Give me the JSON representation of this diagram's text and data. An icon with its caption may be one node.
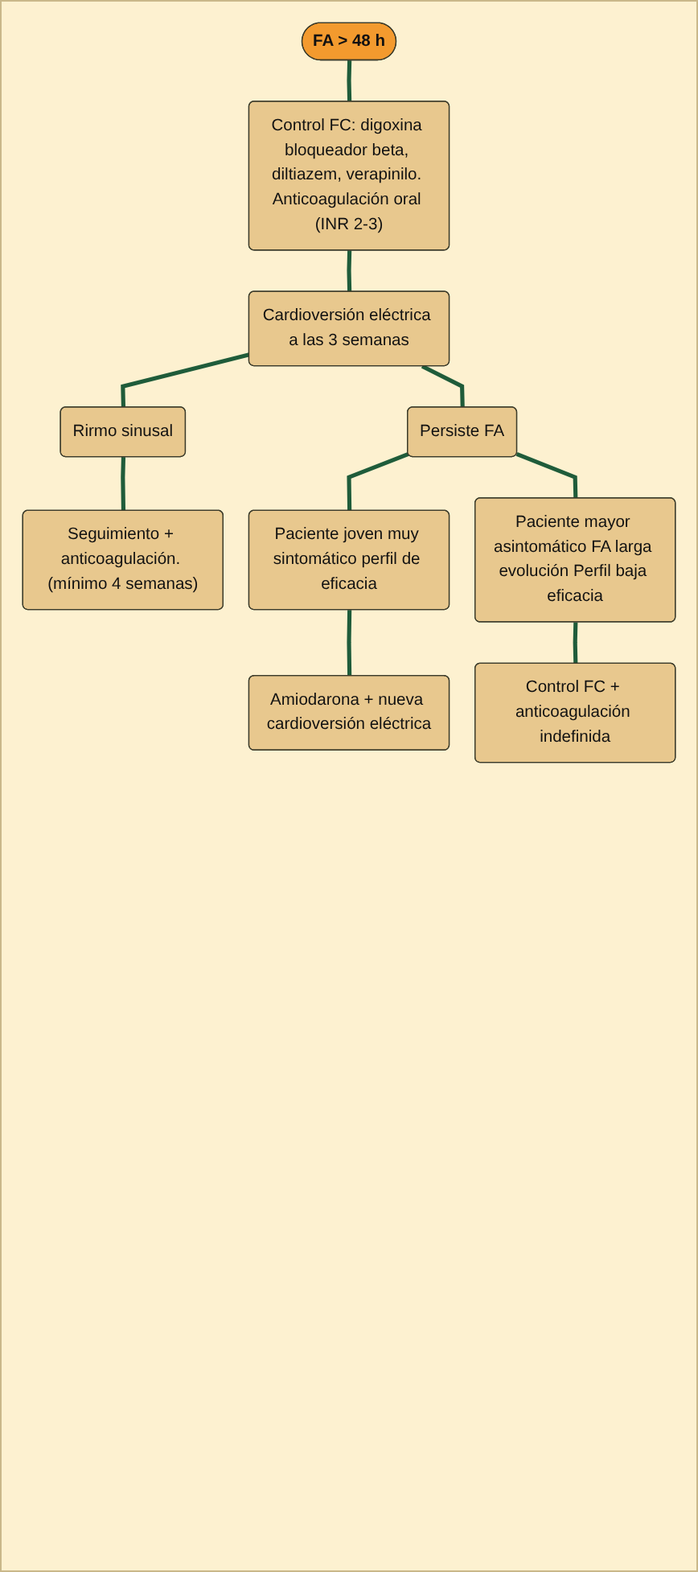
{
  "diagram": {
    "nodes": [
      {
        "text": [
          "FA > 48 h"
        ]
      },
      {
        "text": [
          "Control FC: digoxina bloqueador beta, diltiazem, verapinilo. Anticoagulación oral (INR 2-3)"
        ]
      },
      {
        "text": [
          "Cardioversión eléctrica a las 3 semanas"
        ]
      },
      {
        "text": [
          "Rirmo sinusal"
        ]
      },
      {
        "text": [
          "Seguimiento + anticoagulación. (mínimo 4 semanas)"
        ]
      },
      {
        "text": [
          "Persiste FA"
        ]
      },
      {
        "text": [
          "Paciente joven muy sintomático perfil de eficacia"
        ]
      },
      {
        "text": [
          "Paciente mayor asintomático FA larga evolución Perfil baja eficacia"
        ]
      },
      {
        "text": [
          "Amiodarona + nueva cardioversión eléctrica"
        ]
      },
      {
        "text": [
          "Control FC + anticoagulación indefinida"
        ]
      }
    ],
    "edges": [
      {
        "from": 0,
        "to": 1,
        "arrow": "none"
      },
      {
        "from": 1,
        "to": 2,
        "arrow": "none"
      },
      {
        "from": 2,
        "to": 3,
        "arrow": "none"
      },
      {
        "from": 3,
        "to": 4,
        "arrow": "none"
      },
      {
        "from": 2,
        "to": 5,
        "arrow": "none"
      },
      {
        "from": 5,
        "to": 6,
        "arrow": "none"
      },
      {
        "from": 5,
        "to": 7,
        "arrow": "none"
      },
      {
        "from": 6,
        "to": 8,
        "arrow": "none"
      },
      {
        "from": 7,
        "to": 9,
        "arrow": "none"
      }
    ]
  }
}
